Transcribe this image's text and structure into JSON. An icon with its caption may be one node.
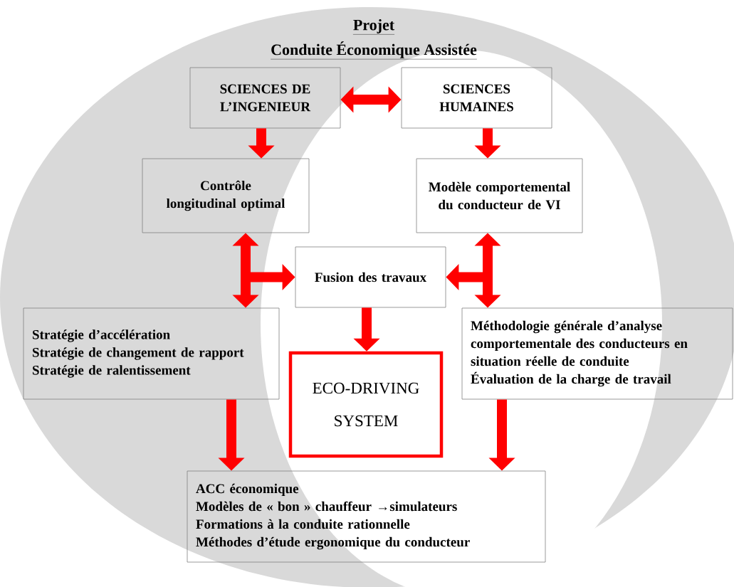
{
  "diagram": {
    "title": "Projet",
    "nodes": [
      {
        "text": [
          "SCIENCES DE L’INGENIEUR"
        ]
      },
      {
        "text": [
          "SCIENCES HUMAINES"
        ]
      },
      {
        "text": [
          "Contrôle longitudinal optimal"
        ]
      },
      {
        "text": [
          "Modèle comportemental du conducteur de VI"
        ]
      },
      {
        "text": [
          "Fusion des travaux"
        ]
      },
      {
        "text": [
          "Stratégie d’accélération",
          "Stratégie de changement de rapport",
          "Stratégie de ralentissement"
        ]
      },
      {
        "text": [
          "Méthodologie générale d’analyse comportementale des conducteurs en situation réelle de conduite",
          "Évaluation de la charge de travail"
        ]
      },
      {
        "text": [
          "ECO-DRIVING SYSTEM"
        ]
      },
      {
        "text": [
          "ACC économique",
          "Modèles de « bon » chauffeur →simulateurs",
          "Formations à la conduite rationnelle",
          "Méthodes d’étude ergonomique du conducteur"
        ]
      }
    ],
    "edges": [
      {
        "from": 0,
        "to": 1,
        "arrow": "both"
      },
      {
        "from": 0,
        "to": 2,
        "arrow": "to"
      },
      {
        "from": 1,
        "to": 3,
        "arrow": "to"
      },
      {
        "from": 2,
        "to": 4,
        "arrow": "both"
      },
      {
        "from": 5,
        "to": 4,
        "arrow": "both"
      },
      {
        "from": 3,
        "to": 4,
        "arrow": "both"
      },
      {
        "from": 6,
        "to": 4,
        "arrow": "both"
      },
      {
        "from": 4,
        "to": 7,
        "arrow": "to"
      },
      {
        "from": 5,
        "to": 8,
        "arrow": "to"
      },
      {
        "from": 6,
        "to": 8,
        "arrow": "to"
      }
    ],
    "labels": [
      "Conduite Économique Assistée"
    ]
  }
}
